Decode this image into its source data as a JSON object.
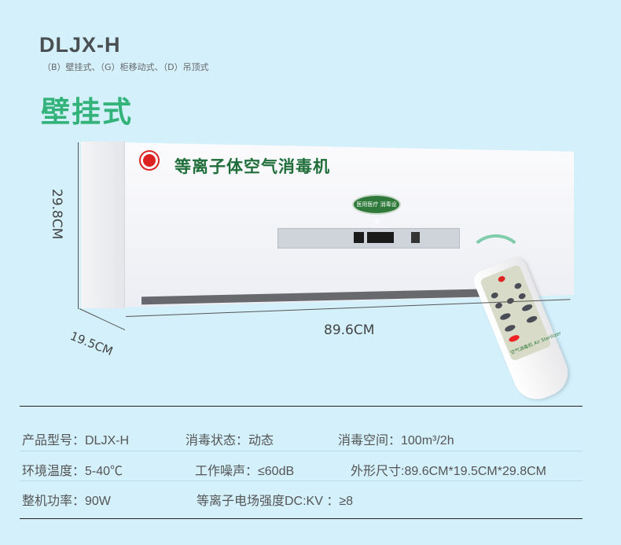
{
  "header": {
    "model": "DLJX-H",
    "variants": "（B）壁挂式、（G）柜移动式、（D）吊顶式",
    "type": "壁挂式"
  },
  "product": {
    "title": "等离子体空气消毒机",
    "badge": "医用医疗 消毒设备",
    "remote_label": "空气消毒机 Air Sterilizer",
    "dimension_height": "29.8CM",
    "dimension_width": "89.6CM",
    "dimension_depth": "19.5CM"
  },
  "specs": {
    "rows": [
      [
        "产品型号：DLJX-H",
        "消毒状态：动态",
        "消毒空间：100m³/2h"
      ],
      [
        "环境温度：5-40℃",
        "工作噪声：≤60dB",
        "外形尺寸:89.6CM*19.5CM*29.8CM"
      ],
      [
        "整机功率：90W",
        "等离子电场强度DC:KV ：≥8"
      ]
    ]
  },
  "colors": {
    "background": "#d3f0fb",
    "accent_green": "#33b37a",
    "title_green": "#1f6e3a"
  }
}
